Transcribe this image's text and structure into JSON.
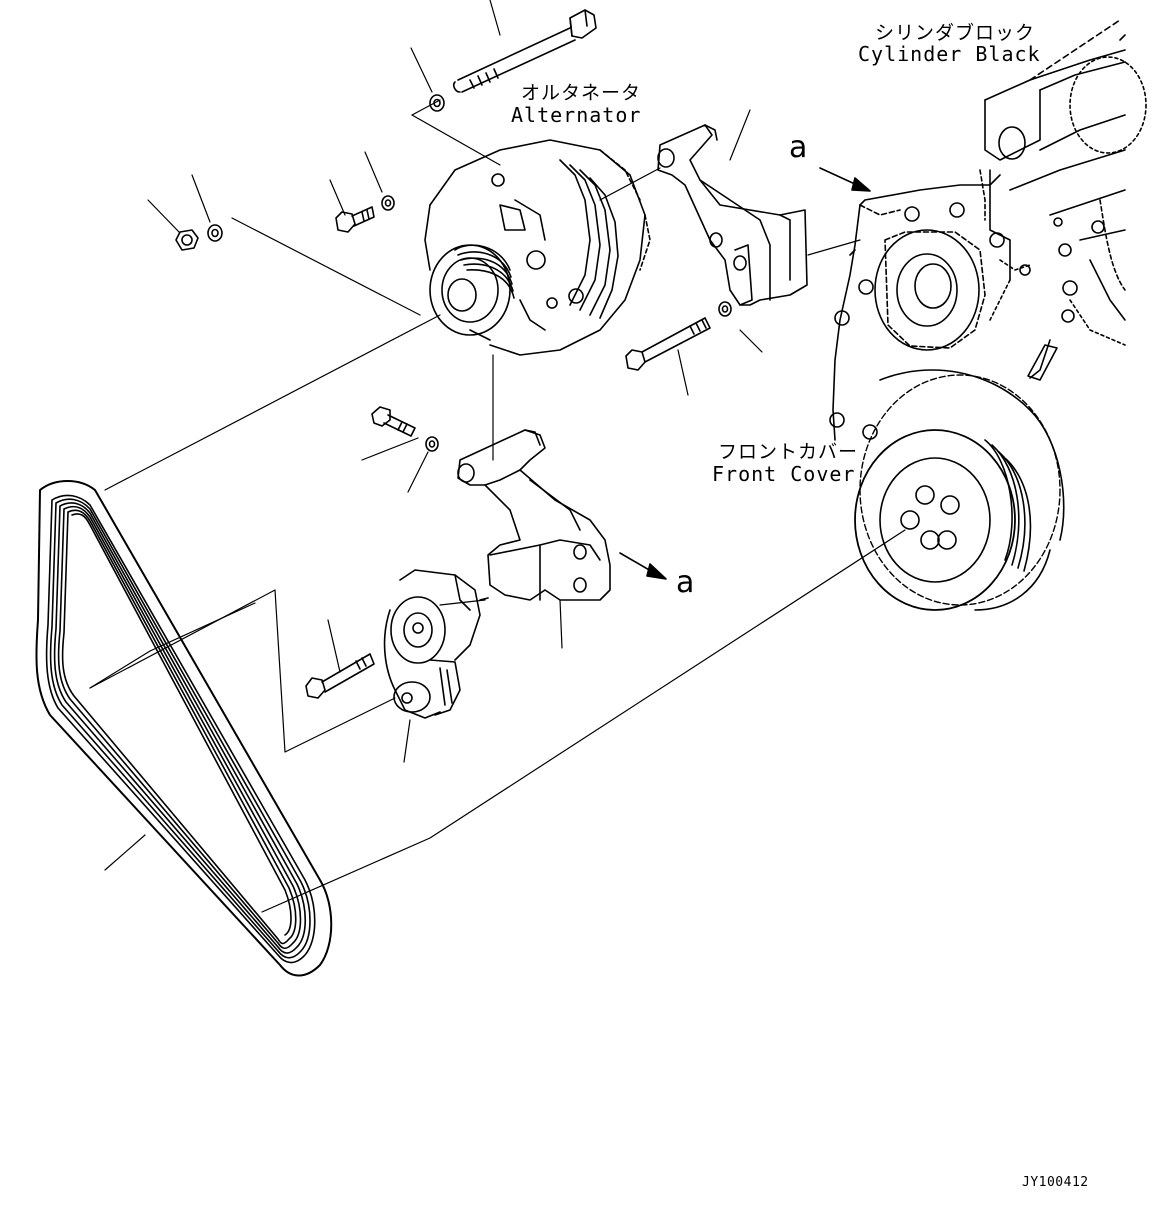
{
  "labels": {
    "cylinder_block_jp": "シリンダブロック",
    "cylinder_block_en": "Cylinder Black",
    "alternator_jp": "オルタネータ",
    "alternator_en": "Alternator",
    "front_cover_jp": "フロントカバー",
    "front_cover_en": "Front Cover",
    "ref_a_top": "a",
    "ref_a_bottom": "a",
    "drawing_code": "JY100412"
  },
  "parts": [
    "alternator",
    "alternator-upper-bracket",
    "alternator-lower-bracket",
    "belt-tensioner",
    "v-ribbed-belt",
    "crank-pulley",
    "cylinder-block",
    "front-cover",
    "long-bolt",
    "nut",
    "washer",
    "bolt"
  ]
}
